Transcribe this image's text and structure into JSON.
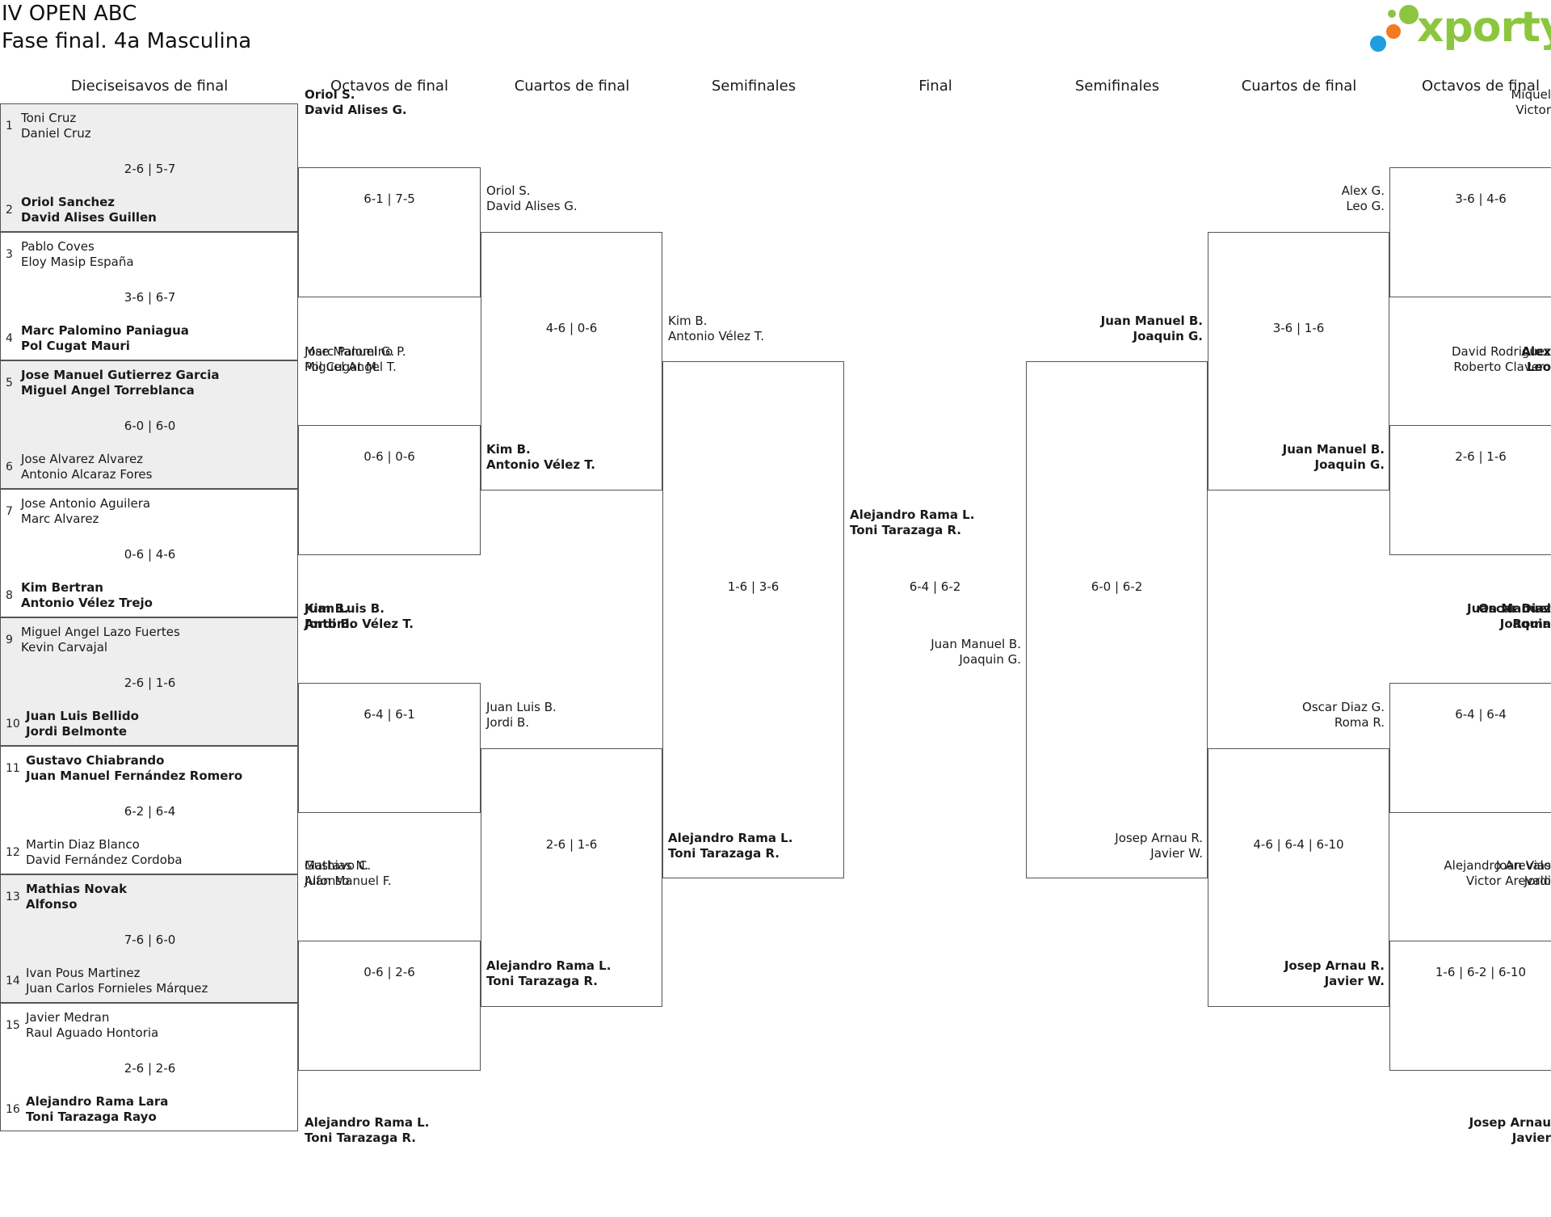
{
  "title": {
    "line1": "IV OPEN ABC",
    "line2": "Fase final. 4a Masculina"
  },
  "brand": {
    "name": "xporty",
    "colors": {
      "green": "#8cc63f",
      "orange": "#f47a20",
      "blue": "#1e9ee0"
    }
  },
  "colors": {
    "shade": "#eeeeee",
    "line": "#555555"
  },
  "round_headers": [
    "Dieciseisavos de final",
    "Octavos de final",
    "Cuartos de final",
    "Semifinales",
    "Final",
    "Semifinales",
    "Cuartos de final",
    "Octavos de final"
  ],
  "r32": [
    {
      "num": "1",
      "players": [
        "Toni Cruz",
        "Daniel Cruz"
      ],
      "winner": false
    },
    {
      "num": "2",
      "players": [
        "Oriol Sanchez",
        "David Alises Guillen"
      ],
      "winner": true
    },
    {
      "num": "3",
      "players": [
        "Pablo Coves",
        "Eloy Masip España"
      ],
      "winner": false
    },
    {
      "num": "4",
      "players": [
        "Marc Palomino Paniagua",
        "Pol Cugat Mauri"
      ],
      "winner": true
    },
    {
      "num": "5",
      "players": [
        "Jose Manuel Gutierrez Garcia",
        "Miguel Angel Torreblanca"
      ],
      "winner": true
    },
    {
      "num": "6",
      "players": [
        "Jose Alvarez Alvarez",
        "Antonio Alcaraz Fores"
      ],
      "winner": false
    },
    {
      "num": "7",
      "players": [
        "Jose Antonio Aguilera",
        "Marc Alvarez"
      ],
      "winner": false
    },
    {
      "num": "8",
      "players": [
        "Kim Bertran",
        "Antonio Vélez Trejo"
      ],
      "winner": true
    },
    {
      "num": "9",
      "players": [
        "Miguel Angel Lazo Fuertes",
        "Kevin Carvajal"
      ],
      "winner": false
    },
    {
      "num": "10",
      "players": [
        "Juan Luis Bellido",
        "Jordi Belmonte"
      ],
      "winner": true
    },
    {
      "num": "11",
      "players": [
        "Gustavo Chiabrando",
        "Juan Manuel Fernández Romero"
      ],
      "winner": true
    },
    {
      "num": "12",
      "players": [
        "Martin Diaz Blanco",
        "David Fernández Cordoba"
      ],
      "winner": false
    },
    {
      "num": "13",
      "players": [
        "Mathias Novak",
        "Alfonso"
      ],
      "winner": true
    },
    {
      "num": "14",
      "players": [
        "Ivan Pous Martinez",
        "Juan Carlos Fornieles Márquez"
      ],
      "winner": false
    },
    {
      "num": "15",
      "players": [
        "Javier Medran",
        "Raul Aguado Hontoria"
      ],
      "winner": false
    },
    {
      "num": "16",
      "players": [
        "Alejandro Rama Lara",
        "Toni Tarazaga Rayo"
      ],
      "winner": true
    }
  ],
  "r32_scores": [
    "2-6 | 5-7",
    "3-6 | 6-7",
    "6-0 | 6-0",
    "0-6 | 4-6",
    "2-6 | 1-6",
    "6-2 | 6-4",
    "7-6 | 6-0",
    "2-6 | 2-6"
  ],
  "left_r16": [
    {
      "players": [
        "Oriol S.",
        "David Alises G."
      ],
      "winner": true
    },
    {
      "players": [
        "Marc Palomino P.",
        "Pol Cugat M."
      ],
      "winner": false
    },
    {
      "players": [
        "Jose Manuel G.",
        "Miguel Angel T."
      ],
      "winner": false
    },
    {
      "players": [
        "Kim B.",
        "Antonio Vélez T."
      ],
      "winner": true
    },
    {
      "players": [
        "Juan Luis B.",
        "Jordi B."
      ],
      "winner": true
    },
    {
      "players": [
        "Gustavo C.",
        "Juan Manuel F."
      ],
      "winner": false
    },
    {
      "players": [
        "Mathias N.",
        "Alfonso"
      ],
      "winner": false
    },
    {
      "players": [
        "Alejandro Rama L.",
        "Toni Tarazaga R."
      ],
      "winner": true
    }
  ],
  "left_r16_scores": [
    "6-1 | 7-5",
    "0-6 | 0-6",
    "6-4 | 6-1",
    "0-6 | 2-6"
  ],
  "left_qf": [
    {
      "players": [
        "Oriol S.",
        "David Alises G."
      ],
      "winner": false
    },
    {
      "players": [
        "Kim B.",
        "Antonio Vélez T."
      ],
      "winner": true
    },
    {
      "players": [
        "Juan Luis B.",
        "Jordi B."
      ],
      "winner": false
    },
    {
      "players": [
        "Alejandro Rama L.",
        "Toni Tarazaga R."
      ],
      "winner": true
    }
  ],
  "left_qf_scores": [
    "4-6 | 0-6",
    "2-6 | 1-6"
  ],
  "left_sf": [
    {
      "players": [
        "Kim B.",
        "Antonio Vélez T."
      ],
      "winner": false
    },
    {
      "players": [
        "Alejandro Rama L.",
        "Toni Tarazaga R."
      ],
      "winner": true
    }
  ],
  "left_sf_score": "1-6 | 3-6",
  "final": {
    "left": {
      "players": [
        "Alejandro Rama L.",
        "Toni Tarazaga R."
      ],
      "winner": true
    },
    "right": {
      "players": [
        "Juan Manuel B.",
        "Joaquin G."
      ],
      "winner": false
    },
    "score": "6-4 | 6-2"
  },
  "right_sf": [
    {
      "players": [
        "Juan Manuel B.",
        "Joaquin G."
      ],
      "winner": true
    },
    {
      "players": [
        "Josep Arnau R.",
        "Javier W."
      ],
      "winner": false
    }
  ],
  "right_sf_score": "6-0 | 6-2",
  "right_qf": [
    {
      "players": [
        "Alex G.",
        "Leo G."
      ],
      "winner": false
    },
    {
      "players": [
        "Juan Manuel B.",
        "Joaquin G."
      ],
      "winner": true
    },
    {
      "players": [
        "Oscar Diaz G.",
        "Roma R."
      ],
      "winner": false
    },
    {
      "players": [
        "Josep Arnau R.",
        "Javier W."
      ],
      "winner": true
    }
  ],
  "right_qf_scores": [
    "3-6 | 1-6",
    "4-6 | 6-4 | 6-10"
  ],
  "right_r16": [
    {
      "players": [
        "Miquel",
        "Victor"
      ],
      "winner": false
    },
    {
      "players": [
        "Alex",
        "Leo"
      ],
      "winner": true
    },
    {
      "players": [
        "David Rodriguez",
        "Roberto Clavero"
      ],
      "winner": false
    },
    {
      "players": [
        "Juan Manuel",
        "Joaquin"
      ],
      "winner": true
    },
    {
      "players": [
        "Oscar Diaz",
        "Roma"
      ],
      "winner": true
    },
    {
      "players": [
        "Alejandro Arevalo",
        "Victor Arevalo"
      ],
      "winner": false
    },
    {
      "players": [
        "Joan Vias",
        "Jordi"
      ],
      "winner": false
    },
    {
      "players": [
        "Josep Arnau",
        "Javier"
      ],
      "winner": true
    }
  ],
  "right_r16_scores": [
    "3-6 | 4-6",
    "2-6 | 1-6",
    "6-4 | 6-4",
    "1-6 | 6-2 | 6-10"
  ]
}
